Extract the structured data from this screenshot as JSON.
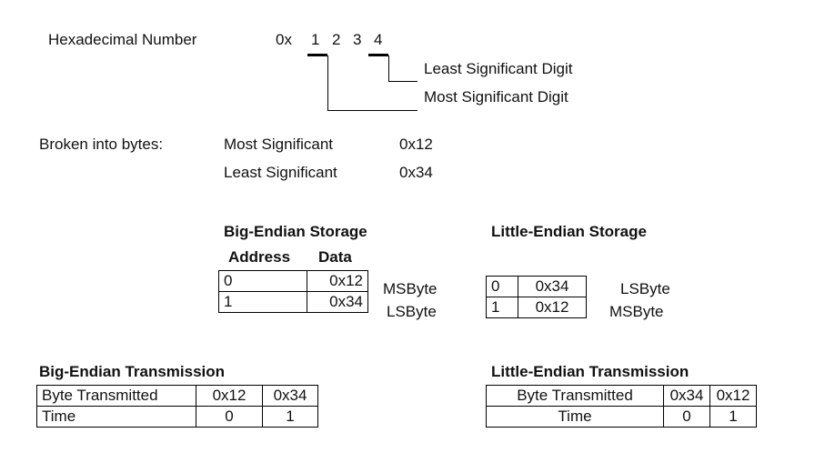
{
  "hex": {
    "label": "Hexadecimal Number",
    "prefix": "0x",
    "digits": [
      "1",
      "2",
      "3",
      "4"
    ],
    "lsd_label": "Least Significant Digit",
    "msd_label": "Most Significant Digit"
  },
  "bytes": {
    "label": "Broken into bytes:",
    "rows": [
      {
        "name": "Most Significant",
        "value": "0x12"
      },
      {
        "name": "Least Significant",
        "value": "0x34"
      }
    ]
  },
  "big_storage": {
    "title": "Big-Endian Storage",
    "header_address": "Address",
    "header_data": "Data",
    "rows": [
      {
        "address": "0",
        "data": "0x12",
        "tag": "MSByte"
      },
      {
        "address": "1",
        "data": "0x34",
        "tag": "LSByte"
      }
    ]
  },
  "little_storage": {
    "title": "Little-Endian Storage",
    "rows": [
      {
        "address": "0",
        "data": "0x34",
        "tag": "LSByte"
      },
      {
        "address": "1",
        "data": "0x12",
        "tag": "MSByte"
      }
    ]
  },
  "big_tx": {
    "title": "Big-Endian Transmission",
    "row1": {
      "label": "Byte Transmitted",
      "v1": "0x12",
      "v2": "0x34"
    },
    "row2": {
      "label": "Time",
      "v1": "0",
      "v2": "1"
    }
  },
  "little_tx": {
    "title": "Little-Endian Transmission",
    "row1": {
      "label": "Byte Transmitted",
      "v1": "0x34",
      "v2": "0x12"
    },
    "row2": {
      "label": "Time",
      "v1": "0",
      "v2": "1"
    }
  }
}
